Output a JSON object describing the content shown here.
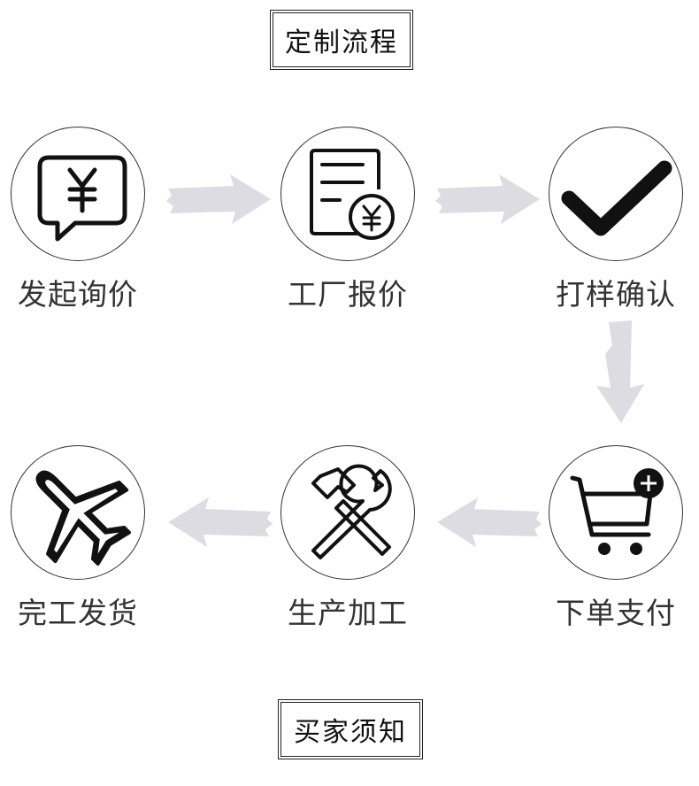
{
  "header": {
    "title": "定制流程"
  },
  "steps": [
    {
      "label": "发起询价",
      "icon": "yuan-chat-icon"
    },
    {
      "label": "工厂报价",
      "icon": "quote-document-icon"
    },
    {
      "label": "打样确认",
      "icon": "checkmark-icon"
    },
    {
      "label": "下单支付",
      "icon": "shopping-cart-add-icon"
    },
    {
      "label": "生产加工",
      "icon": "hammer-wrench-icon"
    },
    {
      "label": "完工发货",
      "icon": "airplane-icon"
    }
  ],
  "footer": {
    "title": "买家须知"
  },
  "colors": {
    "arrow": "#dcdce2",
    "icon": "#111111",
    "text": "#333333"
  }
}
